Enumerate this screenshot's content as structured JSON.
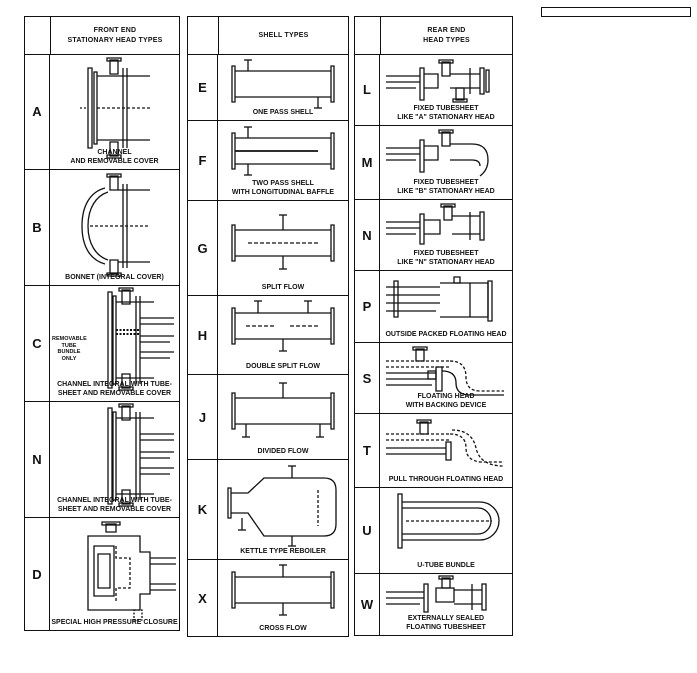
{
  "front": {
    "title_line1": "FRONT END",
    "title_line2": "STATIONARY HEAD TYPES",
    "rows": [
      {
        "letter": "A",
        "cap1": "CHANNEL",
        "cap2": "AND REMOVABLE COVER"
      },
      {
        "letter": "B",
        "cap1": "BONNET (INTEGRAL COVER)",
        "cap2": ""
      },
      {
        "letter": "C",
        "cap1": "CHANNEL INTEGRAL WITH TUBE-",
        "cap2": "SHEET AND REMOVABLE COVER"
      },
      {
        "letter": "N",
        "cap1": "CHANNEL INTEGRAL WITH TUBE-",
        "cap2": "SHEET AND REMOVABLE COVER"
      },
      {
        "letter": "D",
        "cap1": "SPECIAL HIGH PRESSURE CLOSURE",
        "cap2": ""
      }
    ],
    "note_c1": "REMOVABLE",
    "note_c2": "TUBE",
    "note_c3": "BUNDLE",
    "note_c4": "ONLY"
  },
  "shell": {
    "title_line1": "SHELL TYPES",
    "rows": [
      {
        "letter": "E",
        "cap1": "ONE PASS SHELL",
        "cap2": ""
      },
      {
        "letter": "F",
        "cap1": "TWO PASS SHELL",
        "cap2": "WITH LONGITUDINAL BAFFLE"
      },
      {
        "letter": "G",
        "cap1": "SPLIT FLOW",
        "cap2": ""
      },
      {
        "letter": "H",
        "cap1": "DOUBLE SPLIT FLOW",
        "cap2": ""
      },
      {
        "letter": "J",
        "cap1": "DIVIDED FLOW",
        "cap2": ""
      },
      {
        "letter": "K",
        "cap1": "KETTLE TYPE REBOILER",
        "cap2": ""
      },
      {
        "letter": "X",
        "cap1": "CROSS FLOW",
        "cap2": ""
      }
    ]
  },
  "rear": {
    "title_line1": "REAR END",
    "title_line2": "HEAD TYPES",
    "rows": [
      {
        "letter": "L",
        "cap1": "FIXED TUBESHEET",
        "cap2": "LIKE \"A\" STATIONARY HEAD"
      },
      {
        "letter": "M",
        "cap1": "FIXED TUBESHEET",
        "cap2": "LIKE \"B\" STATIONARY HEAD"
      },
      {
        "letter": "N",
        "cap1": "FIXED TUBESHEET",
        "cap2": "LIKE \"N\" STATIONARY HEAD"
      },
      {
        "letter": "P",
        "cap1": "OUTSIDE PACKED FLOATING HEAD",
        "cap2": ""
      },
      {
        "letter": "S",
        "cap1": "FLOATING HEAD",
        "cap2": "WITH BACKING DEVICE"
      },
      {
        "letter": "T",
        "cap1": "PULL THROUGH FLOATING HEAD",
        "cap2": ""
      },
      {
        "letter": "U",
        "cap1": "U-TUBE BUNDLE",
        "cap2": ""
      },
      {
        "letter": "W",
        "cap1": "EXTERNALLY SEALED",
        "cap2": "FLOATING TUBESHEET"
      }
    ]
  }
}
